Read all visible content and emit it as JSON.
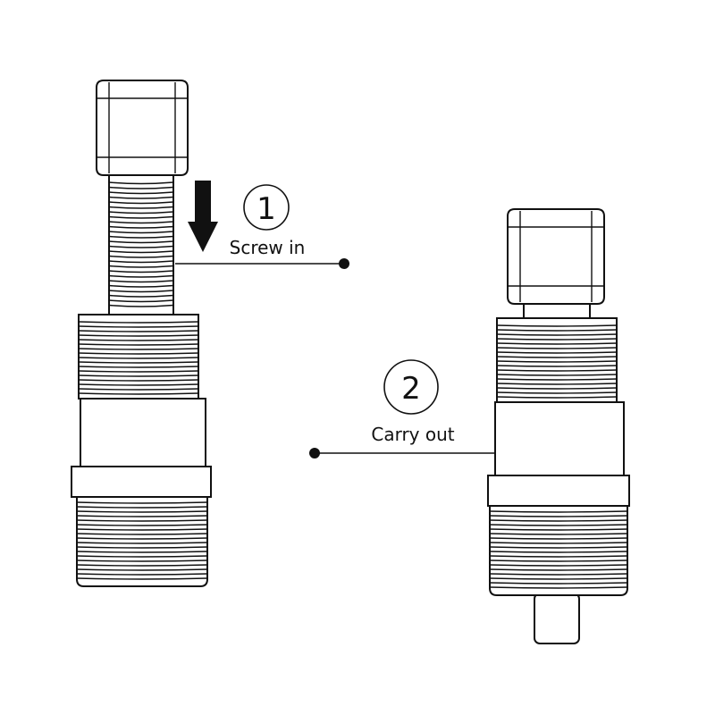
{
  "steps": [
    {
      "number": "1",
      "label": "Screw in"
    },
    {
      "number": "2",
      "label": "Carry out"
    }
  ],
  "colors": {
    "stroke": "#111111",
    "background": "#ffffff"
  }
}
